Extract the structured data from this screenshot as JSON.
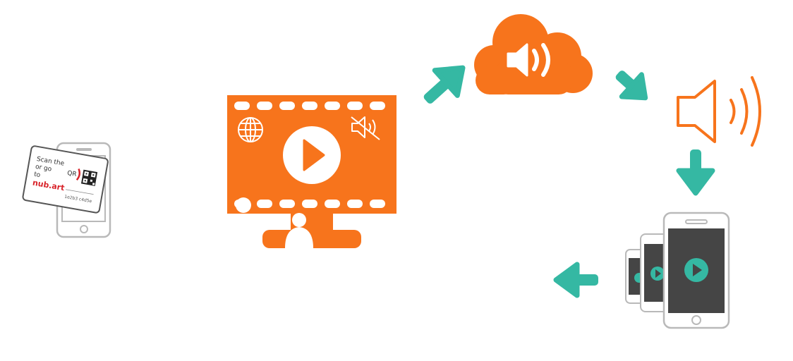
{
  "diagram": {
    "colors": {
      "orange": "#F7741C",
      "teal": "#35B8A3",
      "phone_outline": "#B9B9B9",
      "screen_dark": "#454545",
      "brand_red": "#D8232A",
      "white": "#FFFFFF"
    },
    "nodes": [
      {
        "id": "qr-card-phone",
        "icon": "phone-with-qr-card-icon"
      },
      {
        "id": "video-monitor",
        "icon": "video-monitor-icon",
        "sub_icons": [
          "globe-icon",
          "play-icon",
          "muted-speaker-icon",
          "audience-icon"
        ]
      },
      {
        "id": "audio-cloud",
        "icon": "cloud-speaker-icon"
      },
      {
        "id": "speaker",
        "icon": "speaker-sound-waves-icon"
      },
      {
        "id": "phones",
        "icon": "multiple-phones-play-icon"
      }
    ],
    "card": {
      "line1": "Scan the",
      "line2": "or go",
      "line3": "to",
      "brand": "nub.art",
      "qr_label": "QR",
      "code": "1e2b3 c4d5e"
    },
    "arrows": [
      {
        "from": "video-monitor",
        "to": "audio-cloud",
        "direction": "up-right"
      },
      {
        "from": "audio-cloud",
        "to": "speaker",
        "direction": "down-right"
      },
      {
        "from": "speaker",
        "to": "phones",
        "direction": "down"
      },
      {
        "from": "phones",
        "to": "video-monitor",
        "direction": "left"
      }
    ]
  }
}
